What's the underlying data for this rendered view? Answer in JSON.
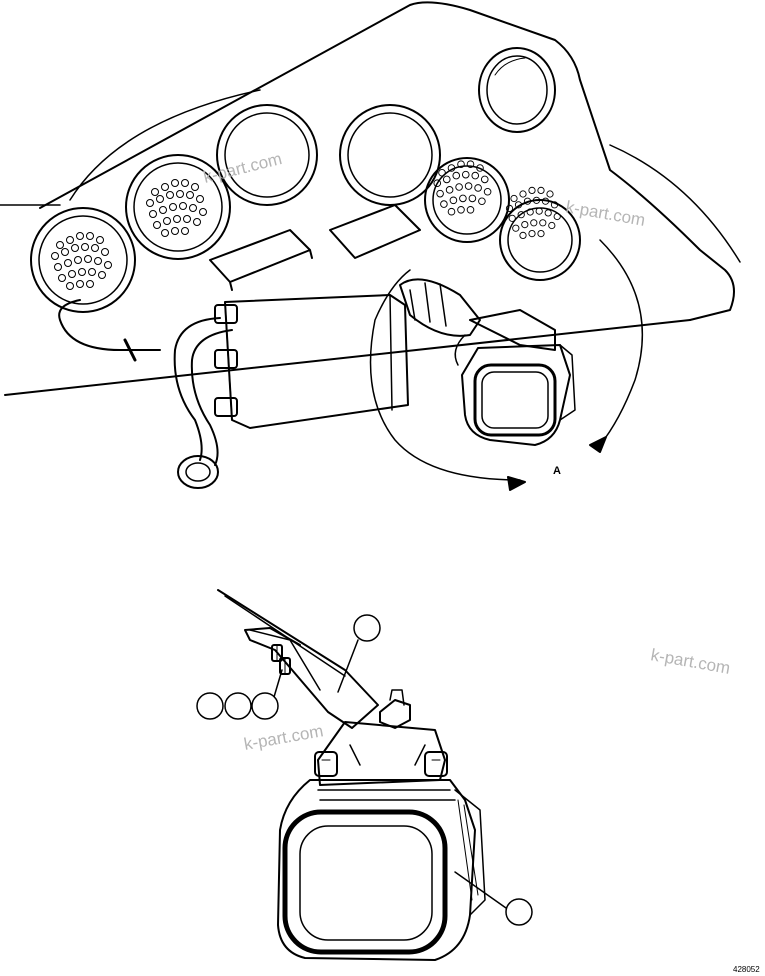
{
  "view_label": "A",
  "watermarks": [
    "k-part.com",
    "k-part.com",
    "k-part.com",
    "k-part.com"
  ],
  "callouts": [
    "",
    "",
    "",
    "",
    ""
  ],
  "drawing_ref": "428052"
}
